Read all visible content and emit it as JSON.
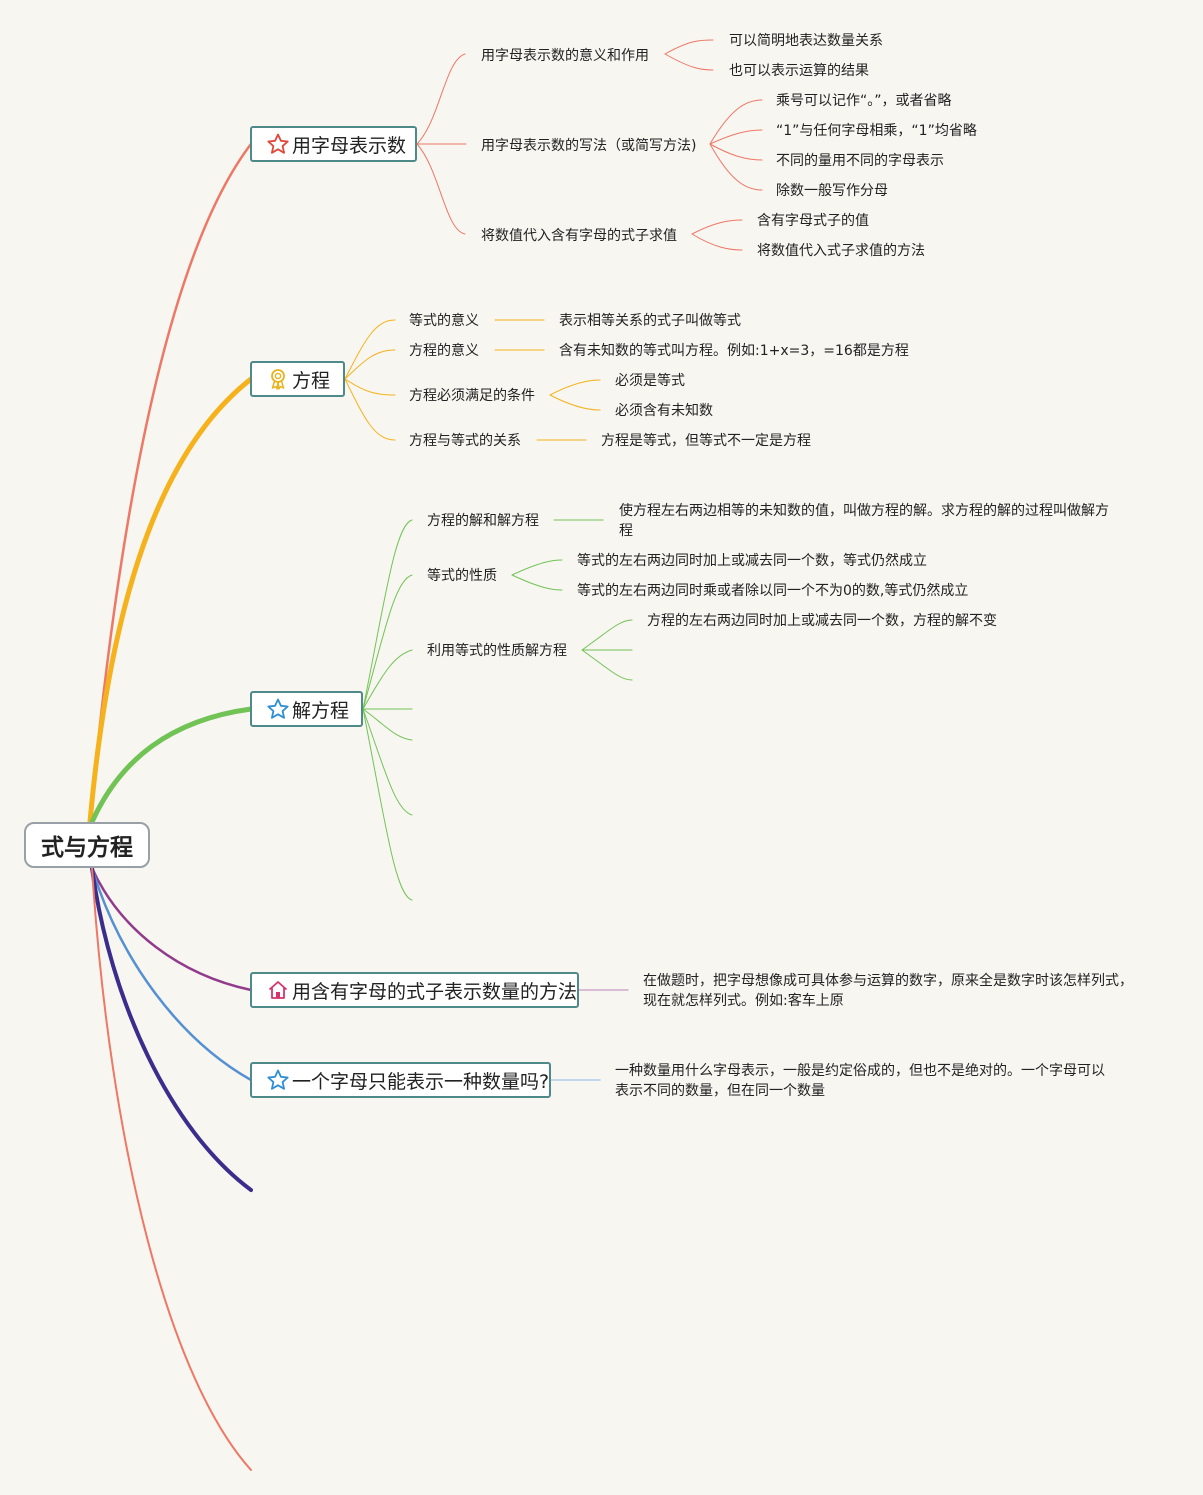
{
  "root": {
    "label": "式与方程"
  },
  "colors": {
    "branch1": "#ee7766",
    "branch2": "#f5b21c",
    "branch3": "#72c355",
    "branch4": "#913b8c",
    "branch5": "#5590d2",
    "branch6": "#3b2d8c",
    "branch7": "#ee7766",
    "node_border": "#4f8a8b"
  },
  "branch1": {
    "label": "用字母表示数",
    "icon": "star-outline-icon",
    "l1": "用字母表示数的意义和作用",
    "l1a": "可以简明地表达数量关系",
    "l1b": "也可以表示运算的结果",
    "l2": "用字母表示数的写法（或简写方法)",
    "l2a": "乘号可以记作“。”，或者省略",
    "l2b": "“1”与任何字母相乘，“1”均省略",
    "l2c": "不同的量用不同的字母表示",
    "l2d": "除数一般写作分母",
    "l3": "将数值代入含有字母的式子求值",
    "l3a": "含有字母式子的值",
    "l3b": "将数值代入式子求值的方法"
  },
  "branch2": {
    "label": "方程",
    "icon": "award-ribbon-icon",
    "l1": "等式的意义",
    "l1a": "表示相等关系的式子叫做等式",
    "l2": "方程的意义",
    "l2a": "含有未知数的等式叫方程。例如:1+x=3，=16都是方程",
    "l3": "方程必须满足的条件",
    "l3a": "必须是等式",
    "l3b": "必须含有未知数",
    "l4": "方程与等式的关系",
    "l4a": "方程是等式，但等式不一定是方程"
  },
  "branch3": {
    "label": "解方程",
    "icon": "star-outline-icon",
    "l1": "方程的解和解方程",
    "l1a": "使方程左右两边相等的未知数的值，叫做方程的解。求方程的解的过程叫做解方程",
    "l2": "等式的性质",
    "l2a": "等式的左右两边同时加上或减去同一个数，等式仍然成立",
    "l2b": "等式的左右两边同时乘或者除以同一个不为0的数,等式仍然成立",
    "l3": "利用等式的性质解方程",
    "l3a": "方程的左右两边同时加上或减去同一个数，方程的解不变"
  },
  "branch4": {
    "label": "用含有字母的式子表示数量的方法",
    "icon": "home-icon",
    "note": "在做题时，把字母想像成可具体参与运算的数字，原来全是数字时该怎样列式，现在就怎样列式。例如:客车上原"
  },
  "branch5": {
    "label": "一个字母只能表示一种数量吗?",
    "icon": "star-outline-icon",
    "note": "一种数量用什么字母表示，一般是约定俗成的，但也不是绝对的。一个字母可以表示不同的数量，但在同一个数量"
  }
}
